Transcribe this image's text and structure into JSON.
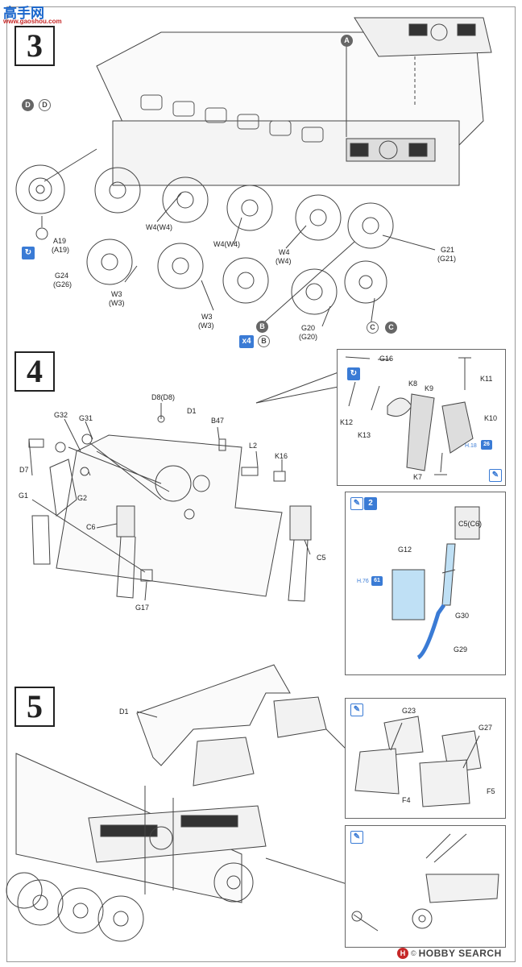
{
  "watermark_top": {
    "brand": "高手网",
    "url": "www.gaoshou.com"
  },
  "steps": [
    {
      "number": "3"
    },
    {
      "number": "4"
    },
    {
      "number": "5"
    }
  ],
  "step3": {
    "badge_a": "A",
    "badges_d": [
      "D",
      "D"
    ],
    "badges_b": [
      "B",
      "B"
    ],
    "badges_c": [
      "C",
      "C"
    ],
    "x4": "x4",
    "labels": {
      "a19": "A19",
      "a19p": "(A19)",
      "g24": "G24",
      "g26": "(G26)",
      "w4a": "W4(W4)",
      "w4b": "W4(W4)",
      "w4c": "W4",
      "w4cp": "(W4)",
      "w3a": "W3",
      "w3ap": "(W3)",
      "w3b": "W3",
      "w3bp": "(W3)",
      "g21": "G21",
      "g21p": "(G21)",
      "g20": "G20",
      "g20p": "(G20)"
    }
  },
  "step4": {
    "labels": {
      "d8": "D8(D8)",
      "d1": "D1",
      "b47": "B47",
      "g32": "G32",
      "g31": "G31",
      "d7": "D7",
      "g2": "G2",
      "g1": "G1",
      "c6": "C6",
      "l2": "L2",
      "k16": "K16",
      "c5": "C5",
      "g17": "G17"
    },
    "inset1": {
      "g16": "G16",
      "k8": "K8",
      "k9": "K9",
      "k11": "K11",
      "k12": "K12",
      "k13": "K13",
      "k10": "K10",
      "k7": "K7",
      "k7ref": "H.18",
      "k7num": "26"
    },
    "inset2": {
      "x2": "2",
      "c5c6": "C5(C6)",
      "g12": "G12",
      "g30": "G30",
      "g29": "G29",
      "ref": "H.76",
      "refnum": "61"
    }
  },
  "step5": {
    "labels": {
      "d1": "D1"
    },
    "inset1": {
      "g23": "G23",
      "g27": "G27",
      "f4": "F4",
      "f5": "F5"
    }
  },
  "watermark_bottom": {
    "logo": "H",
    "text": "HOBBY SEARCH",
    "copyright": "©"
  },
  "colors": {
    "line": "#444444",
    "blue_part": "#bfe0f5",
    "accent": "#3a7bd5"
  }
}
